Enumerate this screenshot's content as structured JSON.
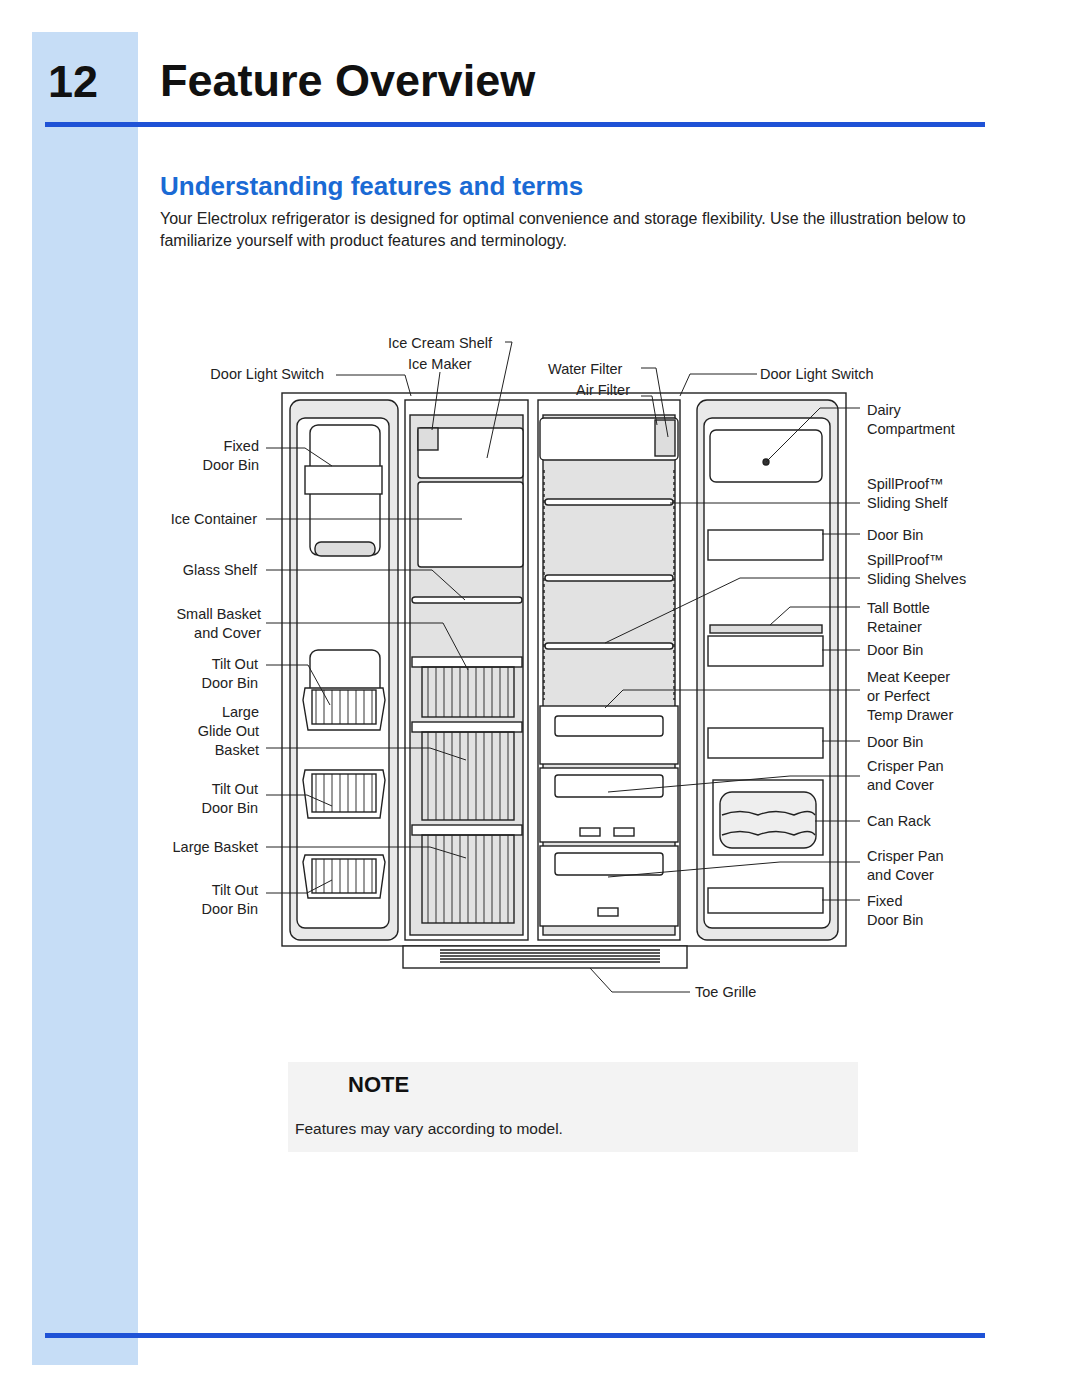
{
  "diagram": {
    "title": "Feature Overview",
    "nodes": [
      {
        "text": [
          "NOTE",
          "Features may vary according to model."
        ]
      }
    ],
    "labels": [
      "12",
      "Understanding features and terms",
      "Your Electrolux refrigerator is designed for optimal convenience and storage flexibility. Use the illustration below to familiarize yourself with product features and terminology.",
      "Ice Cream Shelf",
      "Ice Maker",
      "Water Filter",
      "Air Filter",
      "Door Light Switch",
      "Door Light Switch",
      "Fixed Door Bin",
      "Ice Container",
      "Glass Shelf",
      "Small Basket and Cover",
      "Tilt Out Door Bin",
      "Large Glide Out Basket",
      "Tilt Out Door Bin",
      "Large Basket",
      "Tilt Out Door Bin",
      "Dairy Compartment",
      "SpillProof™ Sliding Shelf",
      "Door Bin",
      "SpillProof™ Sliding Shelves",
      "Tall Bottle Retainer",
      "Door Bin",
      "Meat Keeper or Perfect Temp Drawer",
      "Door Bin",
      "Crisper Pan and Cover",
      "Can Rack",
      "Crisper Pan and Cover",
      "Fixed Door Bin",
      "Toe Grille"
    ]
  }
}
